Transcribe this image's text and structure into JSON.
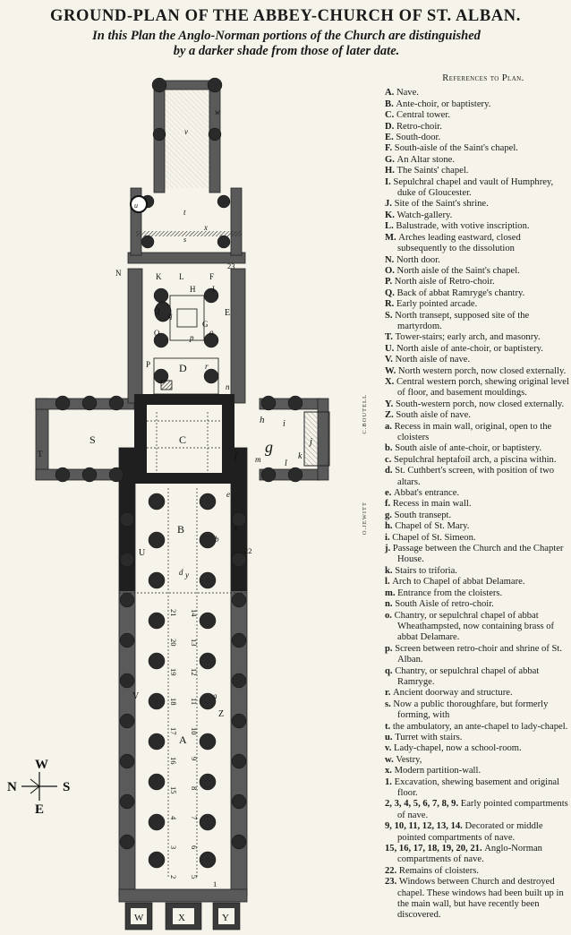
{
  "title": "GROUND-PLAN OF THE ABBEY-CHURCH OF ST. ALBAN.",
  "subtitle_line1": "In this Plan the Anglo-Norman portions of the Church are distinguished",
  "subtitle_line2": "by a darker shade from those of later date.",
  "references_heading": "References to Plan.",
  "references": [
    {
      "key": "A.",
      "text": "Nave."
    },
    {
      "key": "B.",
      "text": "Ante-choir, or baptistery."
    },
    {
      "key": "C.",
      "text": "Central tower."
    },
    {
      "key": "D.",
      "text": "Retro-choir."
    },
    {
      "key": "E.",
      "text": "South-door."
    },
    {
      "key": "F.",
      "text": "South-aisle of the Saint's chapel."
    },
    {
      "key": "G.",
      "text": "An Altar stone."
    },
    {
      "key": "H.",
      "text": "The Saints' chapel."
    },
    {
      "key": "I.",
      "text": "Sepulchral chapel and vault of Humphrey, duke of Gloucester."
    },
    {
      "key": "J.",
      "text": "Site of the Saint's shrine."
    },
    {
      "key": "K.",
      "text": "Watch-gallery."
    },
    {
      "key": "L.",
      "text": "Balustrade, with votive inscription."
    },
    {
      "key": "M.",
      "text": "Arches leading eastward, closed subsequently to the dissolution"
    },
    {
      "key": "N.",
      "text": "North door."
    },
    {
      "key": "O.",
      "text": "North aisle of the Saint's chapel."
    },
    {
      "key": "P.",
      "text": "North aisle of Retro-choir."
    },
    {
      "key": "Q.",
      "text": "Back of abbat Ramryge's chantry."
    },
    {
      "key": "R.",
      "text": "Early pointed arcade."
    },
    {
      "key": "S.",
      "text": "North transept, supposed site of the martyrdom."
    },
    {
      "key": "T.",
      "text": "Tower-stairs; early arch, and masonry."
    },
    {
      "key": "U.",
      "text": "North aisle of ante-choir, or baptistery."
    },
    {
      "key": "V.",
      "text": "North aisle of nave."
    },
    {
      "key": "W.",
      "text": "North western porch, now closed externally."
    },
    {
      "key": "X.",
      "text": "Central western porch, shewing original level of floor, and basement mouldings."
    },
    {
      "key": "Y.",
      "text": "South-western porch, now closed externally."
    },
    {
      "key": "Z.",
      "text": "South aisle of nave."
    },
    {
      "key": "a.",
      "text": "Recess in main wall, original, open to the cloisters"
    },
    {
      "key": "b.",
      "text": "South aisle of ante-choir, or baptistery."
    },
    {
      "key": "c.",
      "text": "Sepulchral heptafoil arch, a piscina within."
    },
    {
      "key": "d.",
      "text": "St. Cuthbert's screen, with position of two altars."
    },
    {
      "key": "e.",
      "text": "Abbat's entrance."
    },
    {
      "key": "f.",
      "text": "Recess in main wall."
    },
    {
      "key": "g.",
      "text": "South transept."
    },
    {
      "key": "h.",
      "text": "Chapel of St. Mary."
    },
    {
      "key": "i.",
      "text": "Chapel of St. Simeon."
    },
    {
      "key": "j.",
      "text": "Passage between the Church and the Chapter House."
    },
    {
      "key": "k.",
      "text": "Stairs to triforia."
    },
    {
      "key": "l.",
      "text": "Arch to Chapel of abbat Delamare."
    },
    {
      "key": "m.",
      "text": "Entrance from the cloisters."
    },
    {
      "key": "n.",
      "text": "South Aisle of retro-choir."
    },
    {
      "key": "o.",
      "text": "Chantry, or sepulchral chapel of abbat Wheathampsted, now containing brass of abbat Delamare."
    },
    {
      "key": "p.",
      "text": "Screen between retro-choir and shrine of St. Alban."
    },
    {
      "key": "q.",
      "text": "Chantry, or sepulchral chapel of abbat Ramryge."
    },
    {
      "key": "r.",
      "text": "Ancient doorway and structure."
    },
    {
      "key": "s.",
      "text": "Now a public thoroughfare, but formerly forming, with"
    },
    {
      "key": "t.",
      "text": "the ambulatory, an ante-chapel to lady-chapel."
    },
    {
      "key": "u.",
      "text": "Turret with stairs."
    },
    {
      "key": "v.",
      "text": "Lady-chapel, now a school-room."
    },
    {
      "key": "w.",
      "text": "Vestry,"
    },
    {
      "key": "x.",
      "text": "Modern partition-wall."
    },
    {
      "key": "1.",
      "text": "Excavation, shewing basement and original floor."
    },
    {
      "key": "2, 3, 4, 5, 6, 7, 8, 9.",
      "text": "Early pointed compartments of nave."
    },
    {
      "key": "9, 10, 11, 12, 13, 14.",
      "text": "Decorated or middle pointed compartments of nave."
    },
    {
      "key": "15, 16, 17, 18, 19, 20, 21.",
      "text": "Anglo-Norman compartments of nave."
    },
    {
      "key": "22.",
      "text": "Remains of cloisters."
    },
    {
      "key": "23.",
      "text": "Windows between Church and destroyed chapel. These windows had been built up in the main wall, but have recently been discovered."
    }
  ],
  "engraver_left": "C.BOUTELL",
  "engraver_right": "O.JEWITT",
  "compass": {
    "n": "N",
    "e": "E",
    "s": "S",
    "w": "W"
  },
  "plan_labels": {
    "A": "A",
    "B": "B",
    "C": "C",
    "D": "D",
    "E": "E",
    "F": "F",
    "G": "G",
    "H": "H",
    "I": "I",
    "K": "K",
    "L": "L",
    "N": "N",
    "O": "O",
    "P": "P",
    "Q": "Q",
    "S": "S",
    "T": "T",
    "U": "U",
    "V": "V",
    "W": "W",
    "X": "X",
    "Y": "Y",
    "Z": "Z",
    "a": "a",
    "b": "b",
    "c": "c",
    "d": "d",
    "e": "e",
    "f": "f",
    "g": "g",
    "h": "h",
    "i": "i",
    "j": "j",
    "k": "k",
    "l": "l",
    "m": "m",
    "n": "n",
    "o": "o",
    "p": "p",
    "q": "q",
    "r": "r",
    "s": "s",
    "t": "t",
    "u": "u",
    "v": "v",
    "w": "w",
    "x": "x",
    "y": "y"
  },
  "bay_numbers_left": [
    "21",
    "20",
    "19",
    "18",
    "17",
    "16",
    "15",
    "4",
    "3",
    "2"
  ],
  "bay_numbers_right": [
    "14",
    "13",
    "12",
    "11",
    "10",
    "9",
    "8",
    "7",
    "6",
    "5"
  ],
  "misc_numbers": {
    "n22": "22",
    "n23": "23",
    "n1": "1"
  }
}
